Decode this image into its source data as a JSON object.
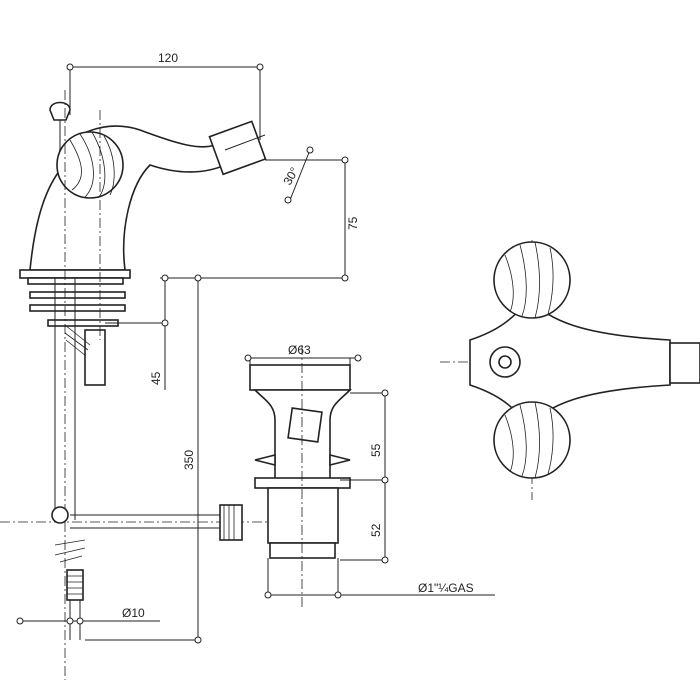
{
  "dimensions": {
    "width_spout": "120",
    "angle": "30°",
    "height_spout": "75",
    "base_thickness": "45",
    "total_height": "350",
    "waste_diameter": "Ø63",
    "waste_upper": "55",
    "waste_lower": "52",
    "waste_thread": "Ø1\"¼GAS",
    "pipe_diameter": "Ø10"
  }
}
